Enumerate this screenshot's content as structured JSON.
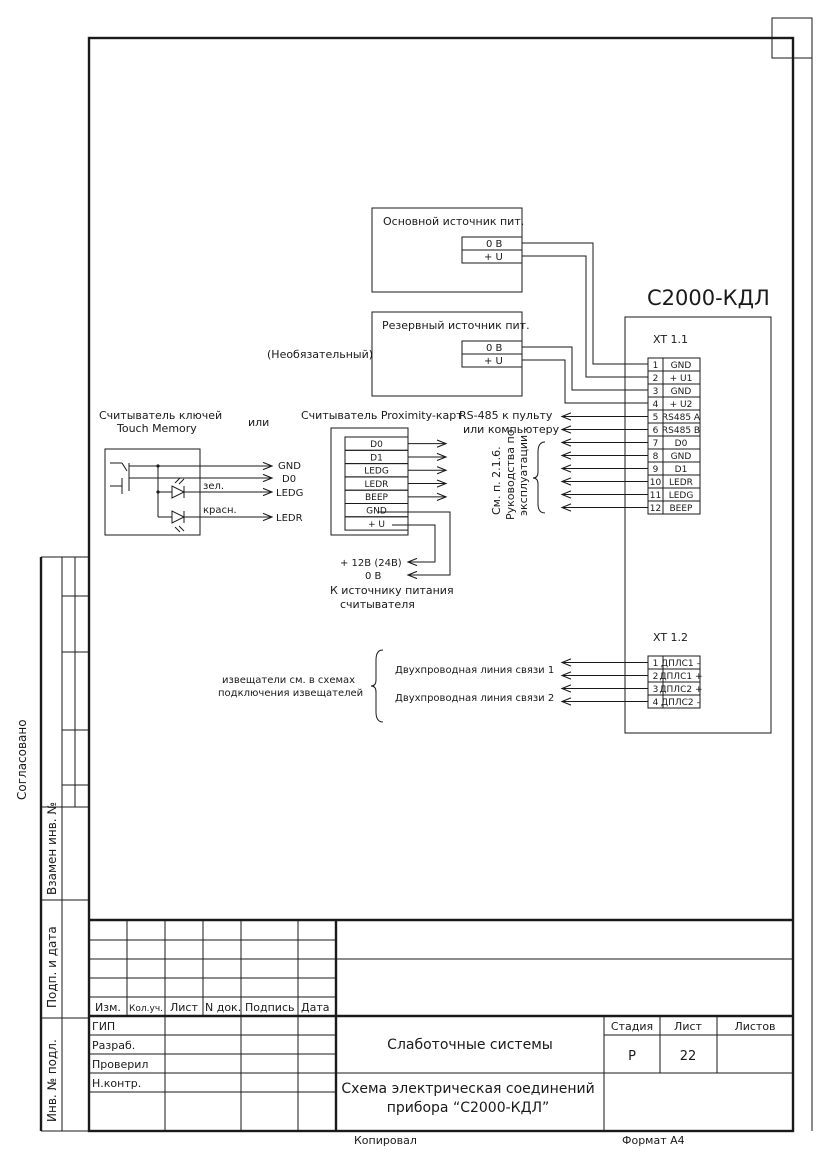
{
  "device": {
    "title": "С2000-КДЛ",
    "xt11_label": "XT 1.1",
    "xt12_label": "XT 1.2",
    "xt11_pins": [
      {
        "num": "1",
        "name": "GND"
      },
      {
        "num": "2",
        "name": "+ U1"
      },
      {
        "num": "3",
        "name": "GND"
      },
      {
        "num": "4",
        "name": "+ U2"
      },
      {
        "num": "5",
        "name": "RS485 A"
      },
      {
        "num": "6",
        "name": "RS485 B"
      },
      {
        "num": "7",
        "name": "D0"
      },
      {
        "num": "8",
        "name": "GND"
      },
      {
        "num": "9",
        "name": "D1"
      },
      {
        "num": "10",
        "name": "LEDR"
      },
      {
        "num": "11",
        "name": "LEDG"
      },
      {
        "num": "12",
        "name": "BEEP"
      }
    ],
    "xt12_pins": [
      {
        "num": "1",
        "name": "ДПЛС1 –"
      },
      {
        "num": "2",
        "name": "ДПЛС1 +"
      },
      {
        "num": "3",
        "name": "ДПЛС2 +"
      },
      {
        "num": "4",
        "name": "ДПЛС2 –"
      }
    ]
  },
  "power": {
    "main_label": "Основной источник пит.",
    "backup_label": "Резервный источник пит.",
    "optional_note": "(Необязательный)",
    "pin_0v": "0 В",
    "pin_plus_u": "+ U"
  },
  "rs485": {
    "line1": "RS-485 к пульту",
    "line2": "или компьютеру",
    "note_line1": "См. п. 2.1.6.",
    "note_line2": "Руководства по",
    "note_line3": "эксплуатации"
  },
  "touch_memory": {
    "title_line1": "Считыватель ключей",
    "title_line2": "Touch Memory",
    "or_label": "или",
    "led_green": "зел.",
    "led_red": "красн.",
    "signals": [
      "GND",
      "D0",
      "LEDG",
      "LEDR"
    ]
  },
  "proximity": {
    "title": "Считыватель Proximity-карт",
    "pins": [
      "D0",
      "D1",
      "LEDG",
      "LEDR",
      "BEEP",
      "GND",
      "+ U"
    ],
    "supply_12v": "+ 12В (24В)",
    "supply_0v": "0 В",
    "supply_note_line1": "К источнику питания",
    "supply_note_line2": "считывателя"
  },
  "lines": {
    "detectors_line1": "извещатели см. в схемах",
    "detectors_line2": "подключения извещателей",
    "line1": "Двухпроводная линия связи 1",
    "line2": "Двухпроводная линия связи 2"
  },
  "title_block": {
    "head_izm": "Изм.",
    "head_kolych": "Кол.уч.",
    "head_list": "Лист",
    "head_ndok": "N док.",
    "head_podpis": "Подпись",
    "head_data": "Дата",
    "gip": "ГИП",
    "razrab": "Разраб.",
    "proveril": "Проверил",
    "nkontr": "Н.контр.",
    "project": "Слаботочные системы",
    "doc_title_line1": "Схема электрическая соединений",
    "doc_title_line2": "прибора “С2000-КДЛ”",
    "stage_label": "Стадия",
    "sheet_label": "Лист",
    "sheets_label": "Листов",
    "stage_value": "Р",
    "sheet_value": "22",
    "sheets_value": ""
  },
  "side_stamp": {
    "agreed": "Согласовано",
    "replaced": "Взамен инв. №",
    "sign_date": "Подп. и дата",
    "inv_orig": "Инв. № подл."
  },
  "footer": {
    "copied": "Копировал",
    "format": "Формат А4"
  }
}
